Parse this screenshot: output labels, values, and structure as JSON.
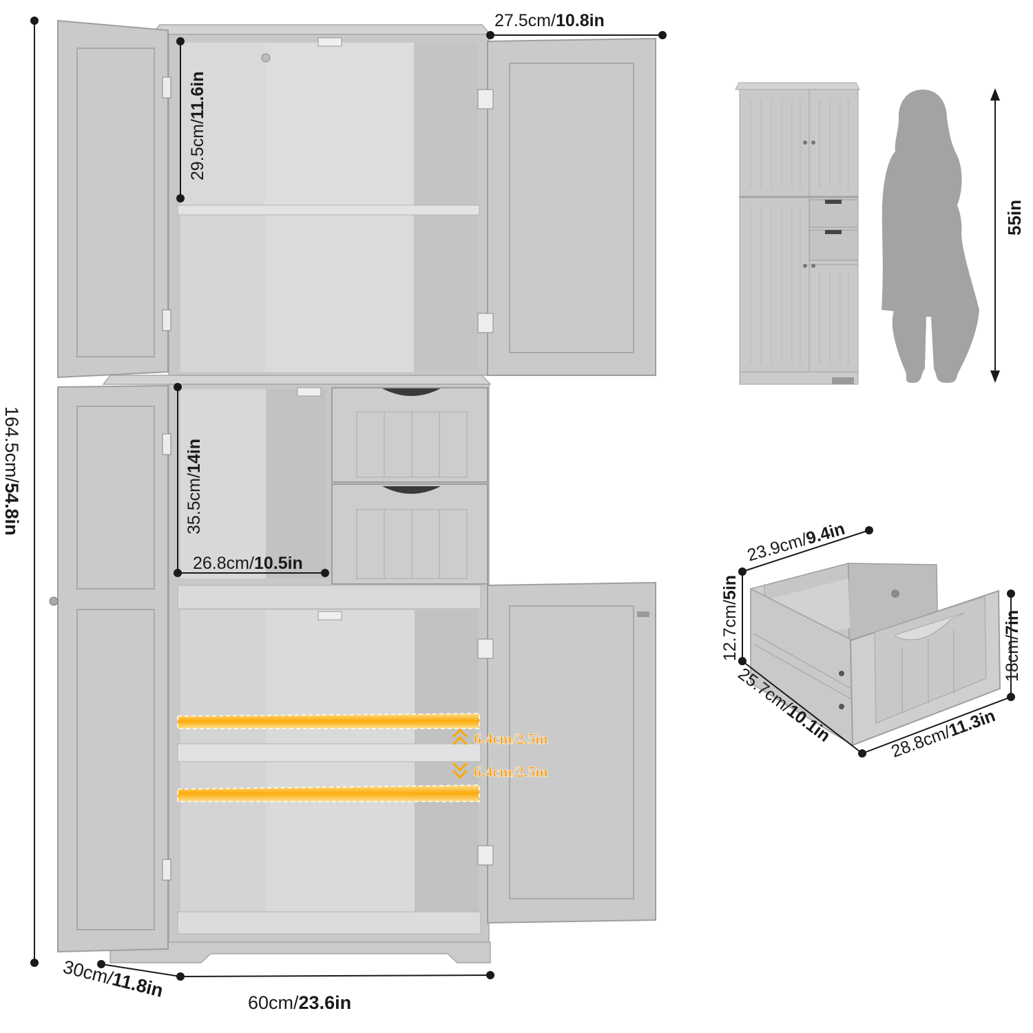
{
  "cabinet": {
    "depth_top": {
      "cm": "27.5cm/",
      "in": "10.8in"
    },
    "upper_height": {
      "cm": "29.5cm/",
      "in": "11.6in"
    },
    "total_height": {
      "cm": "164.5cm/",
      "in": "54.8in"
    },
    "middle_height": {
      "cm": "35.5cm/",
      "in": "14in"
    },
    "middle_width": {
      "cm": "26.8cm/",
      "in": "10.5in"
    },
    "shelf_up": "6.4cm/2.5in",
    "shelf_down": "6.4cm/2.5in",
    "depth": {
      "cm": "30cm/",
      "in": "11.8in"
    },
    "width": {
      "cm": "60cm/",
      "in": "23.6in"
    }
  },
  "comparison": {
    "person_height": "55in"
  },
  "drawer": {
    "inner_width": {
      "cm": "23.9cm/",
      "in": "9.4in"
    },
    "inner_height": {
      "cm": "12.7cm/",
      "in": "5in"
    },
    "inner_depth": {
      "cm": "25.7cm/",
      "in": "10.1in"
    },
    "outer_width": {
      "cm": "28.8cm/",
      "in": "11.3in"
    },
    "outer_height": {
      "cm": "18cm/",
      "in": "7in"
    }
  },
  "colors": {
    "cabinet": "#c9c9c9",
    "cabinet_dark": "#a9a9a9",
    "interior": "#d6d6d6",
    "silhouette": "#a3a3a3",
    "highlight": "#ffb400"
  }
}
